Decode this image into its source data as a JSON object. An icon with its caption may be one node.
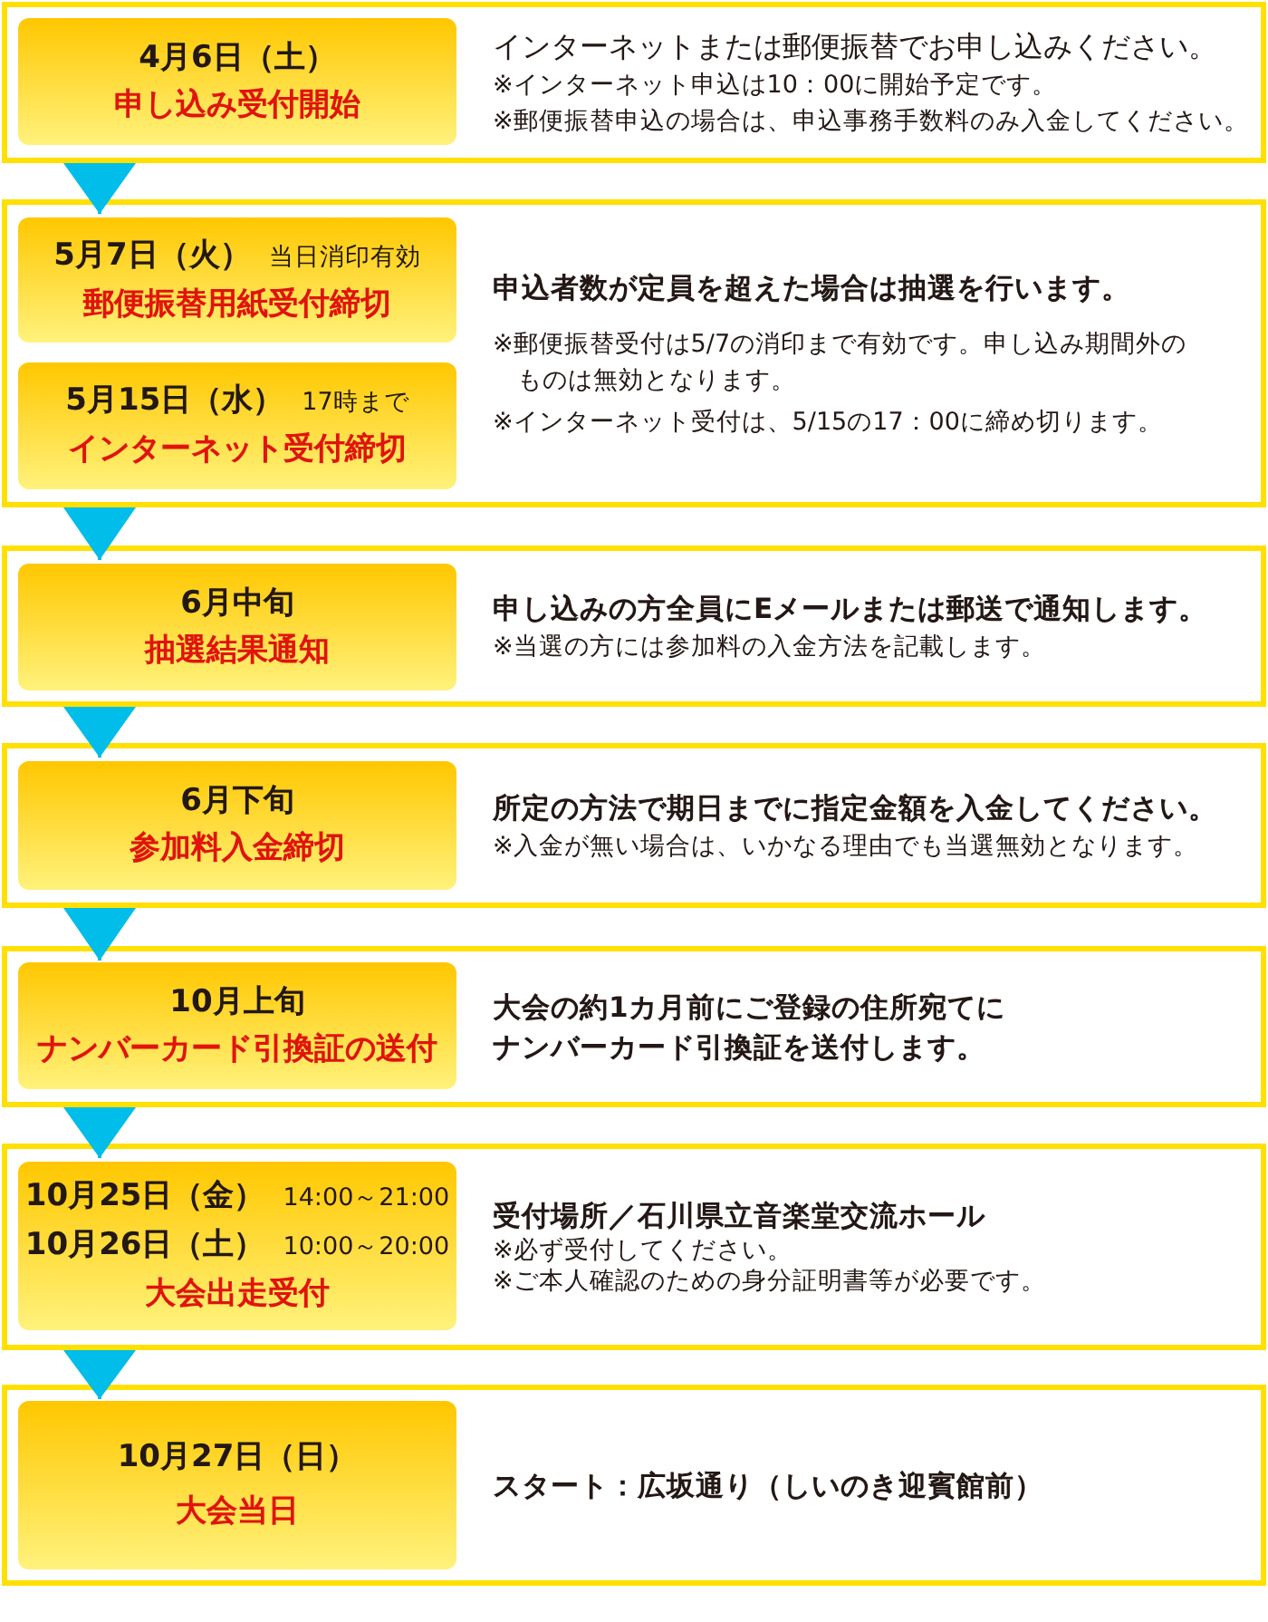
{
  "diagram": {
    "nodes": [
      {
        "text": [
          "インターネットまたは郵便振替でお申し込みください。",
          "※インターネット申込は10：00に開始予定です。",
          "※郵便振替申込の場合は、申込事務手数料のみ入金してください。"
        ]
      },
      {
        "text": [
          "4月6日（土）",
          "申し込み受付開始"
        ],
        "in": 0
      },
      {
        "text": [
          "申込者数が定員を超えた場合は抽選を行います。",
          "※郵便振替受付は5/7の消印まで有効です。申し込み期間外のものは無効となります。",
          "※インターネット受付は、5/15の17：00に締め切ります。"
        ]
      },
      {
        "text": [
          "5月7日（火）",
          "当日消印有効",
          "郵便振替用紙受付締切"
        ],
        "in": 2
      },
      {
        "text": [
          "5月15日（水）",
          "17時まで",
          "インターネット受付締切"
        ],
        "in": 2
      },
      {
        "text": [
          "申し込みの方全員にEメールまたは郵送で通知します。",
          "※当選の方には参加料の入金方法を記載します。"
        ]
      },
      {
        "text": [
          "6月中旬",
          "抽選結果通知"
        ],
        "in": 5
      },
      {
        "text": [
          "所定の方法で期日までに指定金額を入金してください。",
          "※入金が無い場合は、いかなる理由でも当選無効となります。"
        ]
      },
      {
        "text": [
          "6月下旬",
          "参加料入金締切"
        ],
        "in": 7
      },
      {
        "text": [
          "大会の約1カ月前にご登録の住所宛てにナンバーカード引換証を送付します。"
        ]
      },
      {
        "text": [
          "10月上旬",
          "ナンバーカード引換証の送付"
        ],
        "in": 9
      },
      {
        "text": [
          "受付場所／石川県立音楽堂交流ホール",
          "※必ず受付してください。",
          "※ご本人確認のための身分証明書等が必要です。"
        ]
      },
      {
        "text": [
          "10月25日（金）",
          "14:00～21:00",
          "10月26日（土）",
          "10:00～20:00",
          "大会出走受付"
        ],
        "in": 11
      },
      {
        "text": [
          "スタート：広坂通り（しいのき迎賓館前）"
        ]
      },
      {
        "text": [
          "10月27日（日）",
          "大会当日"
        ],
        "in": 13
      }
    ],
    "edges": [
      {
        "from": 0,
        "to": 2,
        "arrow": "to"
      },
      {
        "from": 2,
        "to": 5,
        "arrow": "to"
      },
      {
        "from": 5,
        "to": 7,
        "arrow": "to"
      },
      {
        "from": 7,
        "to": 9,
        "arrow": "to"
      },
      {
        "from": 9,
        "to": 11,
        "arrow": "to"
      },
      {
        "from": 11,
        "to": 13,
        "arrow": "to"
      }
    ]
  }
}
